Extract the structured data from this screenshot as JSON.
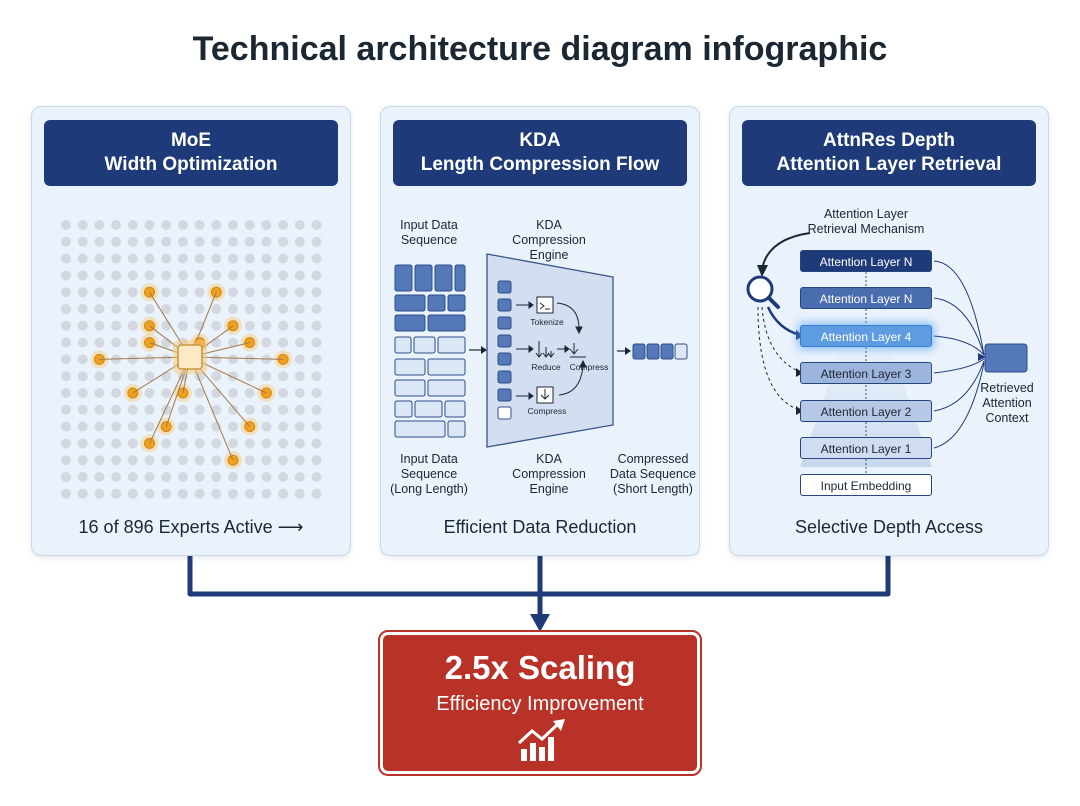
{
  "title": "Technical architecture diagram infographic",
  "moe": {
    "header_line1": "MoE",
    "header_line2": "Width Optimization",
    "footer": "16 of 896 Experts Active ⟶"
  },
  "kda": {
    "header_line1": "KDA",
    "header_line2": "Length Compression Flow",
    "input_top_line1": "Input Data",
    "input_top_line2": "Sequence",
    "engine_top_line1": "KDA",
    "engine_top_line2": "Compression",
    "engine_top_line3": "Engine",
    "step_tokenize": "Tokenize",
    "step_reduce": "Reduce",
    "step_compress_a": "Compress",
    "step_compress_b": "Compress",
    "input_bottom_line1": "Input Data",
    "input_bottom_line2": "Sequence",
    "input_bottom_line3": "(Long Length)",
    "engine_bottom_line1": "KDA",
    "engine_bottom_line2": "Compression",
    "engine_bottom_line3": "Engine",
    "output_bottom_line1": "Compressed",
    "output_bottom_line2": "Data Sequence",
    "output_bottom_line3": "(Short Length)",
    "footer": "Efficient Data Reduction"
  },
  "attnres": {
    "header_line1": "AttnRes Depth",
    "header_line2": "Attention Layer Retrieval",
    "mechanism_line1": "Attention Layer",
    "mechanism_line2": "Retrieval Mechanism",
    "layers": [
      "Attention Layer N",
      "Attention Layer N",
      "Attention Layer 4",
      "Attention Layer 3",
      "Attention Layer 2",
      "Attention Layer 1",
      "Input Embedding"
    ],
    "retrieved_line1": "Retrieved",
    "retrieved_line2": "Attention",
    "retrieved_line3": "Context",
    "footer": "Selective Depth Access"
  },
  "result": {
    "headline": "2.5x Scaling",
    "subline": "Efficiency Improvement"
  },
  "colors": {
    "navy": "#1e3a78",
    "accent_orange": "#f0a020",
    "result_red": "#b93228",
    "card_bg": "#eaf2fb"
  },
  "icons": [
    "magnifier-icon",
    "chart-growth-icon",
    "tokenize-icon",
    "reduce-icon",
    "compress-icon"
  ]
}
